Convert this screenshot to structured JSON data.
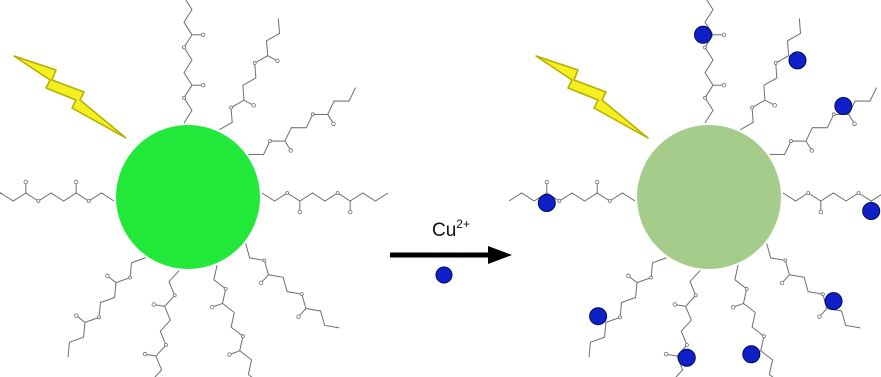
{
  "reaction": {
    "reagent_label": "Cu",
    "reagent_charge": "2+"
  },
  "colors": {
    "lightning_fill": "#f4ef1e",
    "lightning_stroke": "#b8ac00",
    "particle_before": "#22e83a",
    "particle_after": "#a6cc8c",
    "copper_ion": "#1020c8",
    "copper_ion_stroke": "#00085a",
    "ligand": "#6f6f6f",
    "arrow": "#000000"
  },
  "icons": {
    "excitation": "lightning-bolt-icon",
    "ion": "copper-ion-dot"
  }
}
